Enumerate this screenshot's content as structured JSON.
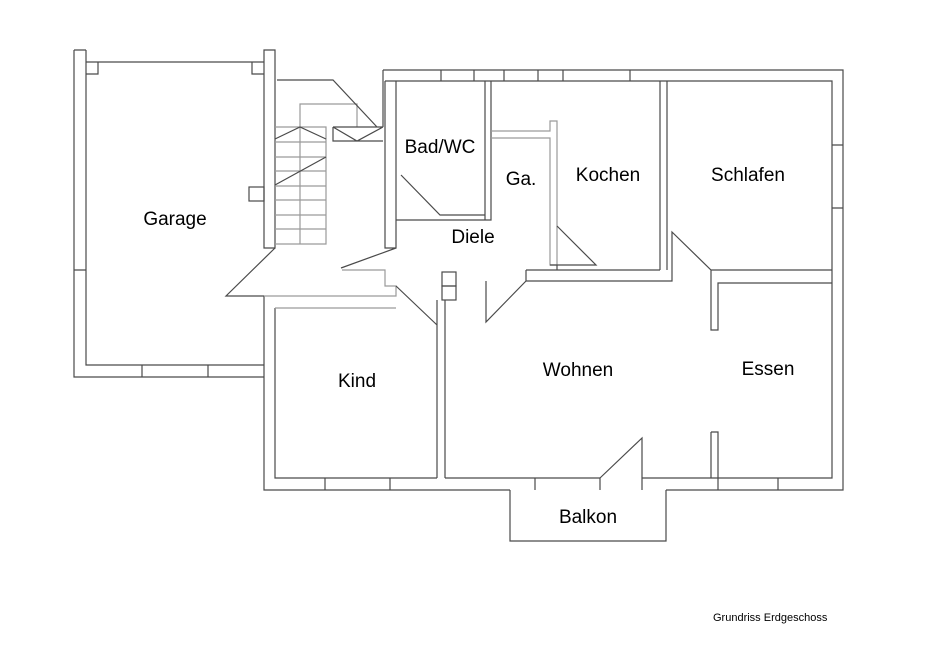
{
  "rooms": {
    "garage": "Garage",
    "bad_wc": "Bad/WC",
    "ga": "Ga.",
    "kochen": "Kochen",
    "schlafen": "Schlafen",
    "diele": "Diele",
    "kind": "Kind",
    "wohnen": "Wohnen",
    "essen": "Essen",
    "balkon": "Balkon"
  },
  "caption": "Grundriss Erdgeschoss",
  "colors": {
    "wall": "#4a4a4a",
    "secondary": "#9a9a9a"
  }
}
